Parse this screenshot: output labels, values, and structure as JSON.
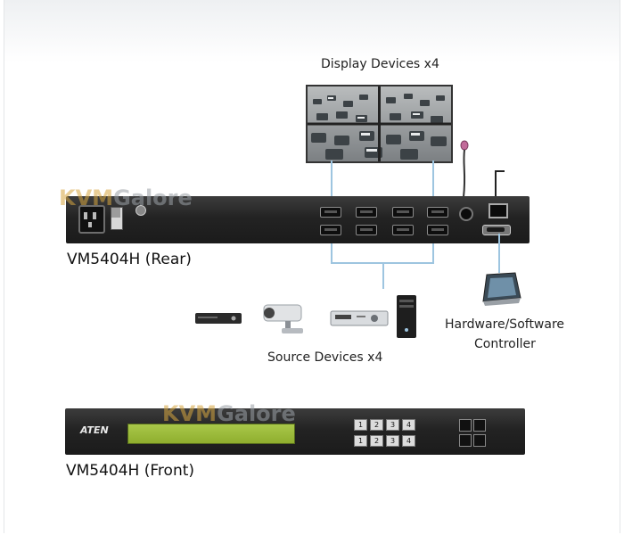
{
  "labels": {
    "display_devices": "Display Devices x4",
    "rear": "VM5404H (Rear)",
    "source_devices": "Source Devices x4",
    "controller_line1": "Hardware/Software",
    "controller_line2": "Controller",
    "front": "VM5404H (Front)",
    "brand": "ATEN"
  },
  "watermark": {
    "part1": "KVM",
    "part2": "Galore"
  },
  "front_buttons": {
    "row1": [
      "1",
      "2",
      "3",
      "4"
    ],
    "row2": [
      "1",
      "2",
      "3",
      "4"
    ]
  },
  "colors": {
    "connector_line": "#9ec5e0",
    "lcd": "#9fbf3a",
    "chassis": "#1e1e1e"
  }
}
